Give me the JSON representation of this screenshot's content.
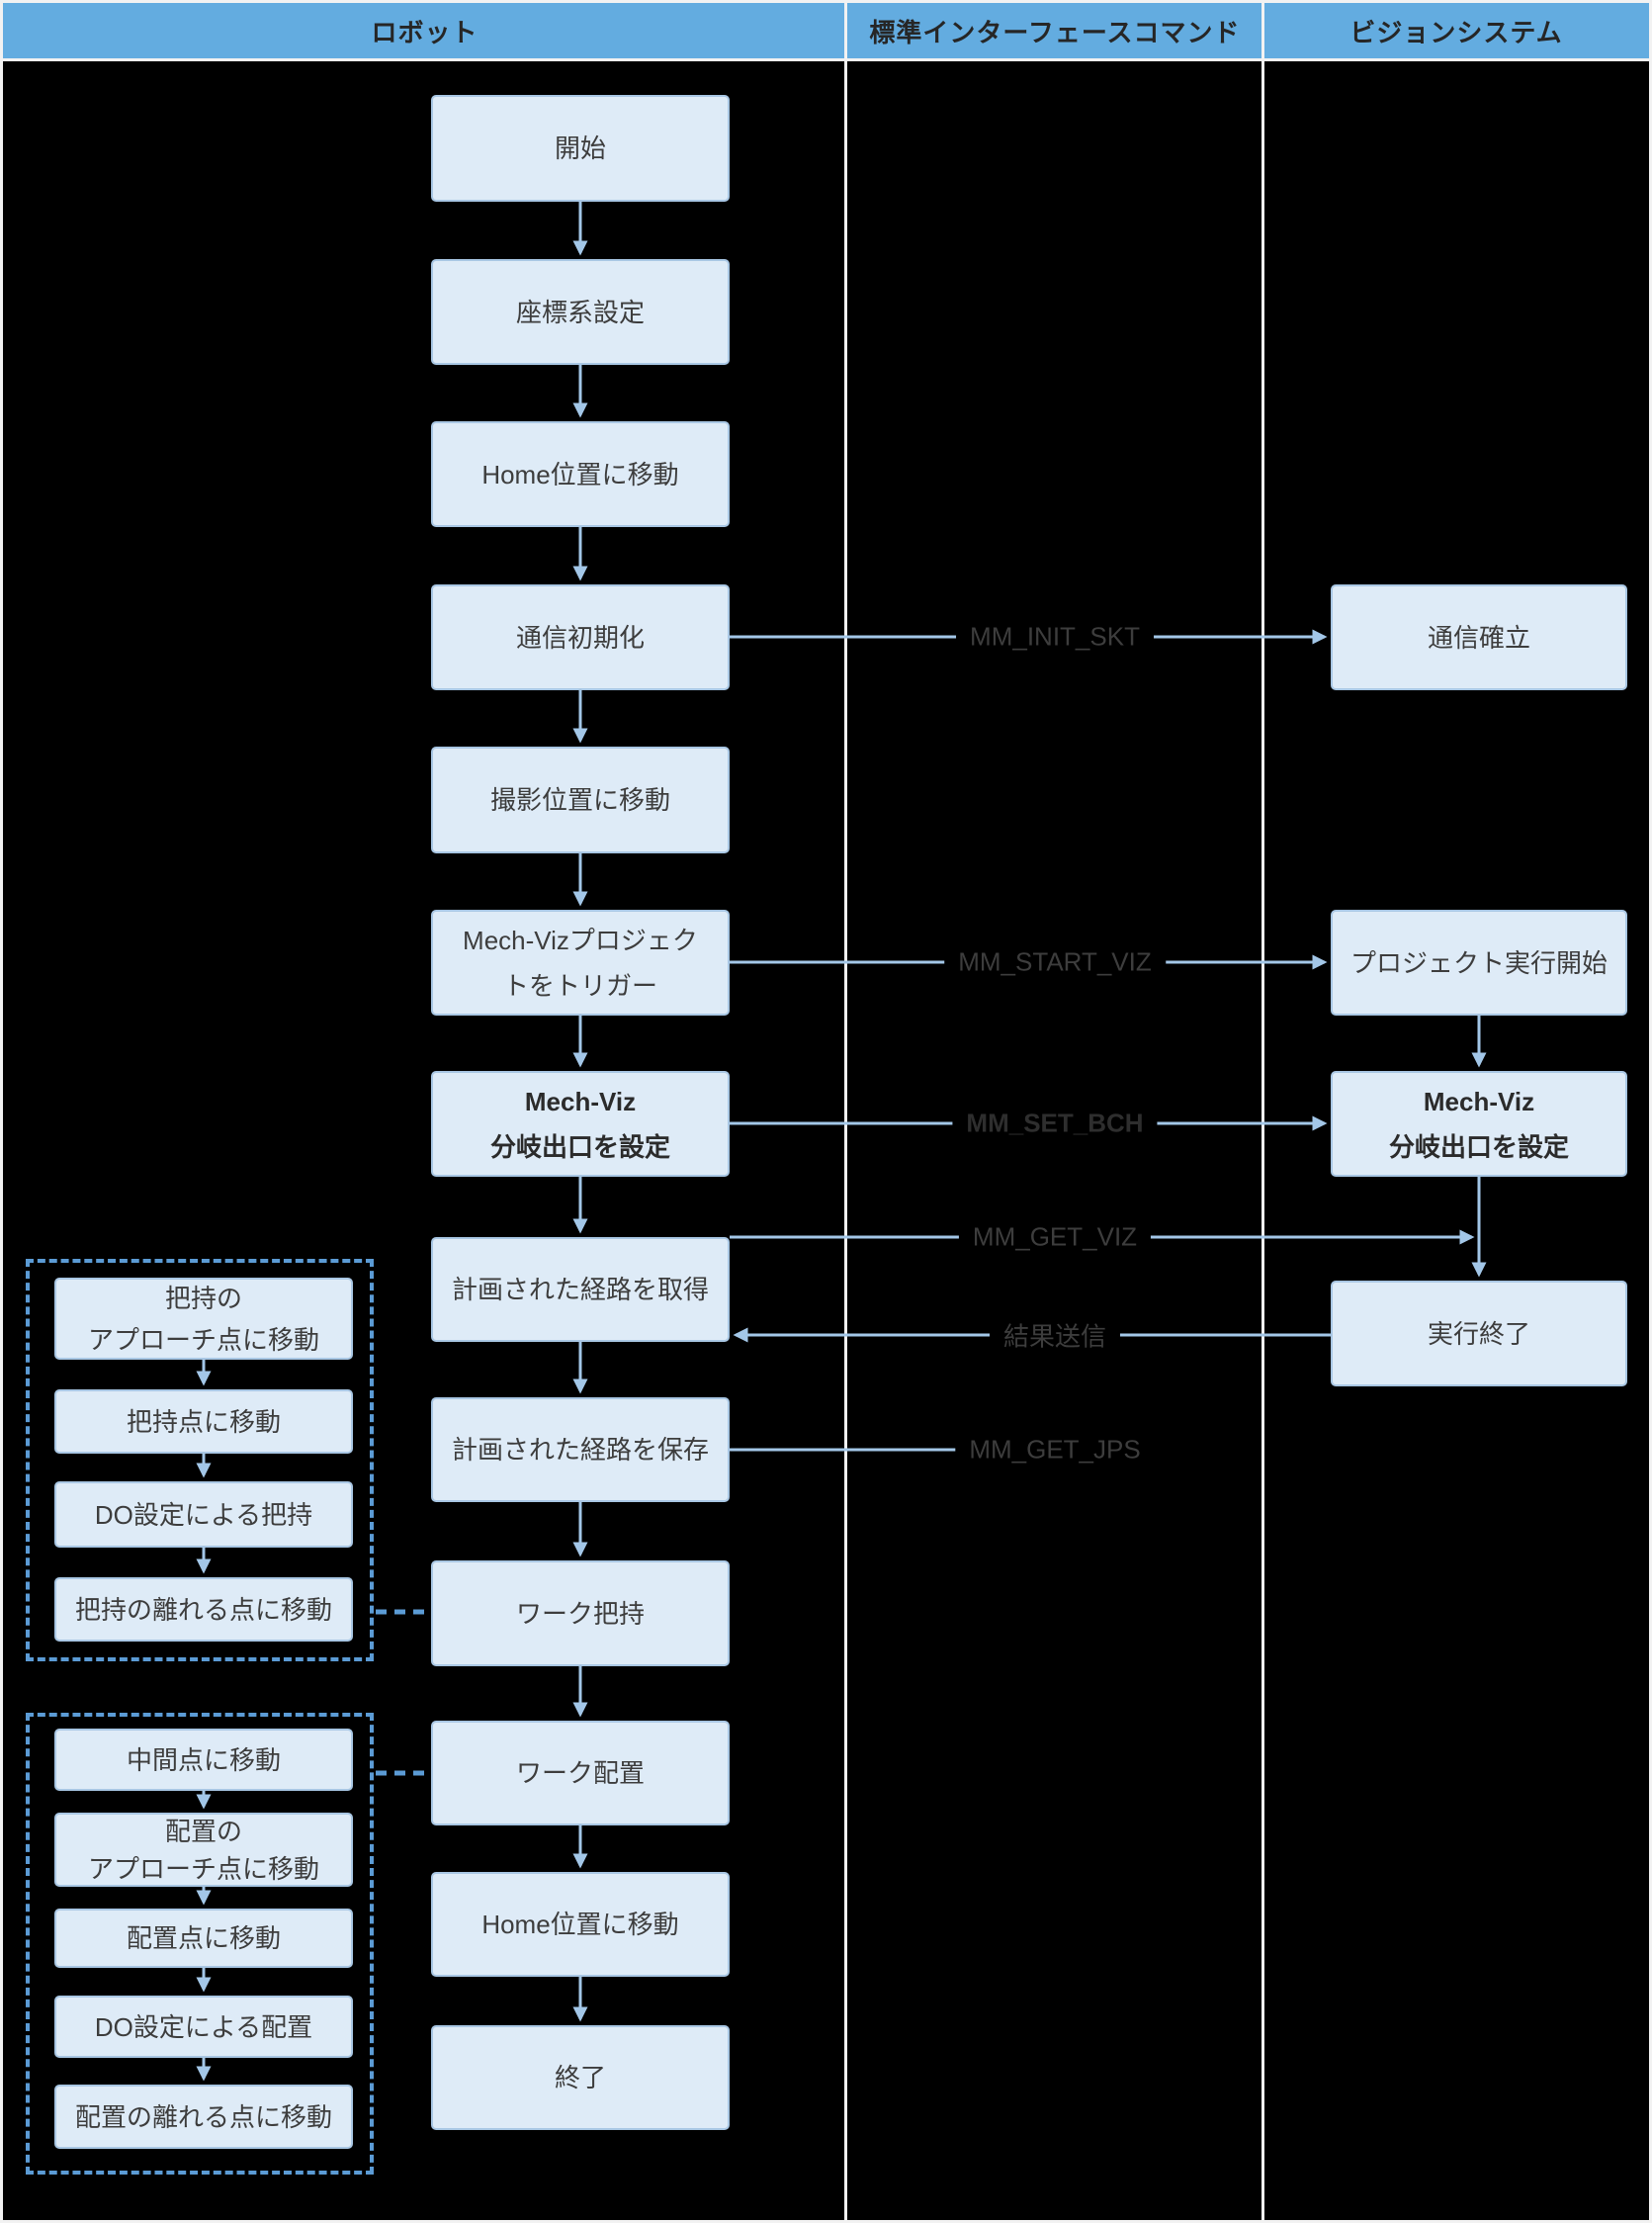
{
  "columns": {
    "robot": "ロボット",
    "interface": "標準インターフェースコマンド",
    "vision": "ビジョンシステム"
  },
  "robot_flow": [
    {
      "label": "開始"
    },
    {
      "label": "座標系設定"
    },
    {
      "label": "Home位置に移動"
    },
    {
      "label": "通信初期化"
    },
    {
      "label": "撮影位置に移動"
    },
    {
      "label": "Mech-Vizプロジェク\nトをトリガー"
    },
    {
      "label": "Mech-Viz\n分岐出口を設定",
      "bold": true
    },
    {
      "label": "計画された経路を取得"
    },
    {
      "label": "計画された経路を保存"
    },
    {
      "label": "ワーク把持"
    },
    {
      "label": "ワーク配置"
    },
    {
      "label": "Home位置に移動"
    },
    {
      "label": "終了"
    }
  ],
  "vision_flow": [
    {
      "label": "通信確立"
    },
    {
      "label": "プロジェクト実行開始"
    },
    {
      "label": "Mech-Viz\n分岐出口を設定",
      "bold": true
    },
    {
      "label": "実行終了"
    }
  ],
  "commands": {
    "init_skt": "MM_INIT_SKT",
    "start_viz": "MM_START_VIZ",
    "set_bch": "MM_SET_BCH",
    "get_viz": "MM_GET_VIZ",
    "result_send": "結果送信",
    "get_jps": "MM_GET_JPS"
  },
  "pick_group": {
    "items": [
      {
        "label": "把持の\nアプローチ点に移動"
      },
      {
        "label": "把持点に移動"
      },
      {
        "label": "DO設定による把持"
      },
      {
        "label": "把持の離れる点に移動"
      }
    ]
  },
  "place_group": {
    "items": [
      {
        "label": "中間点に移動"
      },
      {
        "label": "配置の\nアプローチ点に移動"
      },
      {
        "label": "配置点に移動"
      },
      {
        "label": "DO設定による配置"
      },
      {
        "label": "配置の離れる点に移動"
      }
    ]
  },
  "colors": {
    "background": "#000000",
    "frame_line": "#f2f2f2",
    "header_fill": "#63ace0",
    "header_text": "#262626",
    "box_fill": "#deebf7",
    "box_border": "#a9c7e4",
    "box_text": "#3d3d3d",
    "arrow": "#a3c7e8",
    "dashed_group": "#5b9bd5"
  }
}
